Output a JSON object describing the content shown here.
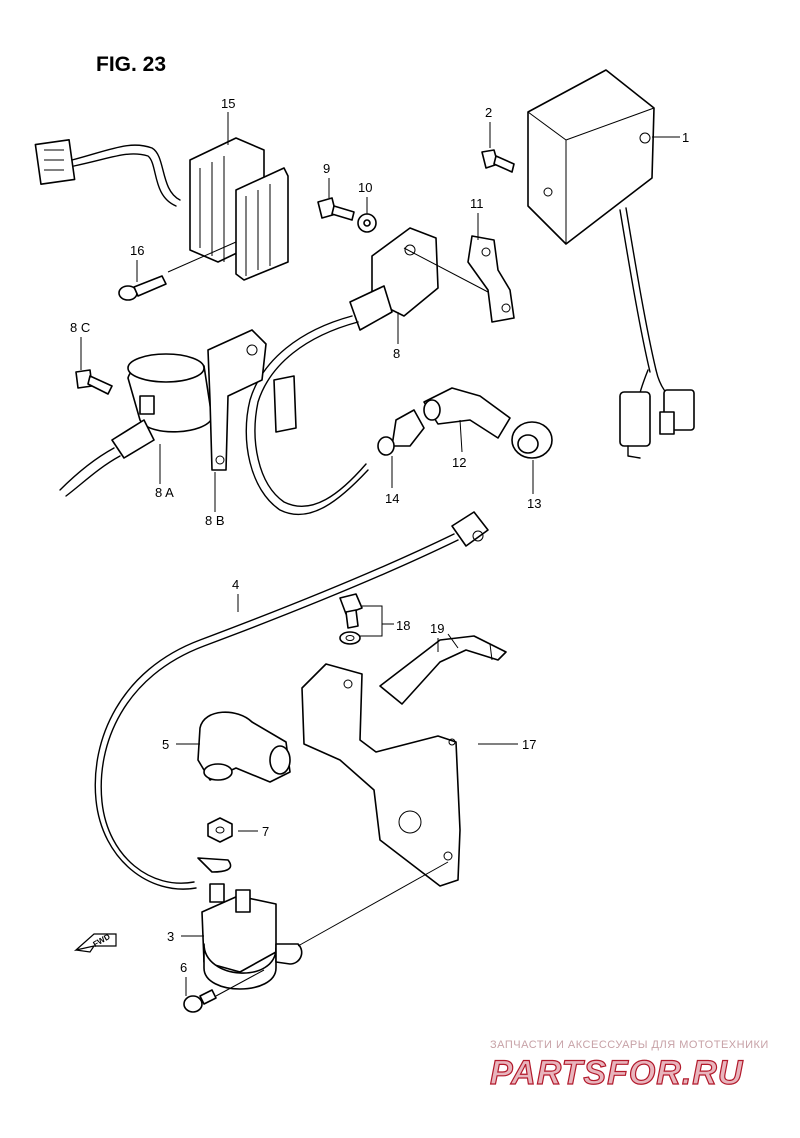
{
  "figure": {
    "title": "FIG. 23"
  },
  "callouts": {
    "p1": "1",
    "p2": "2",
    "p3": "3",
    "p4": "4",
    "p5": "5",
    "p6": "6",
    "p7": "7",
    "p8": "8",
    "p8a": "8 A",
    "p8b": "8 B",
    "p8c": "8 C",
    "p9": "9",
    "p10": "10",
    "p11": "11",
    "p12": "12",
    "p13": "13",
    "p14": "14",
    "p15": "15",
    "p16": "16",
    "p17": "17",
    "p18": "18",
    "p19": "19"
  },
  "direction_marker": {
    "label": "FWD",
    "icon": "forward-arrow-icon"
  },
  "watermark": {
    "tagline": "ЗАПЧАСТИ И АКСЕССУАРЫ ДЛЯ МОТОТЕХНИКИ",
    "brand": "PARTSFOR.RU",
    "color": "#b2192b"
  }
}
